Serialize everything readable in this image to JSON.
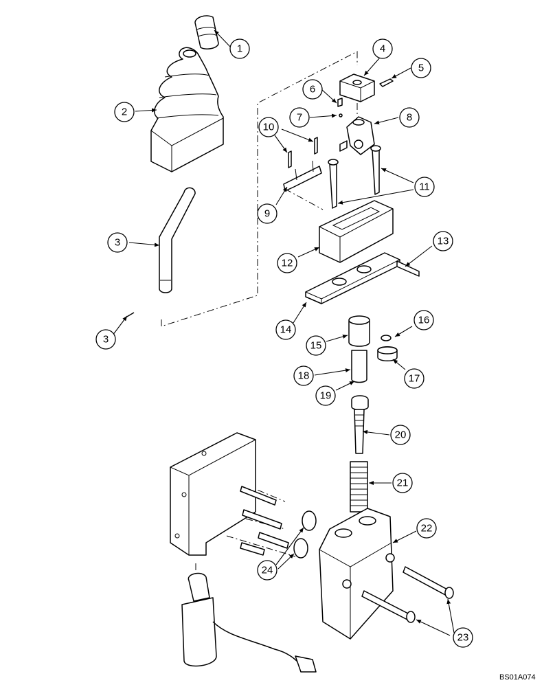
{
  "diagram": {
    "reference_code": "BS01A074",
    "callouts": [
      "1",
      "2",
      "3",
      "3",
      "4",
      "5",
      "6",
      "7",
      "8",
      "9",
      "10",
      "11",
      "12",
      "13",
      "14",
      "15",
      "16",
      "17",
      "18",
      "19",
      "20",
      "21",
      "22",
      "23",
      "24"
    ]
  },
  "colors": {
    "line": "#000000",
    "background": "#ffffff"
  }
}
